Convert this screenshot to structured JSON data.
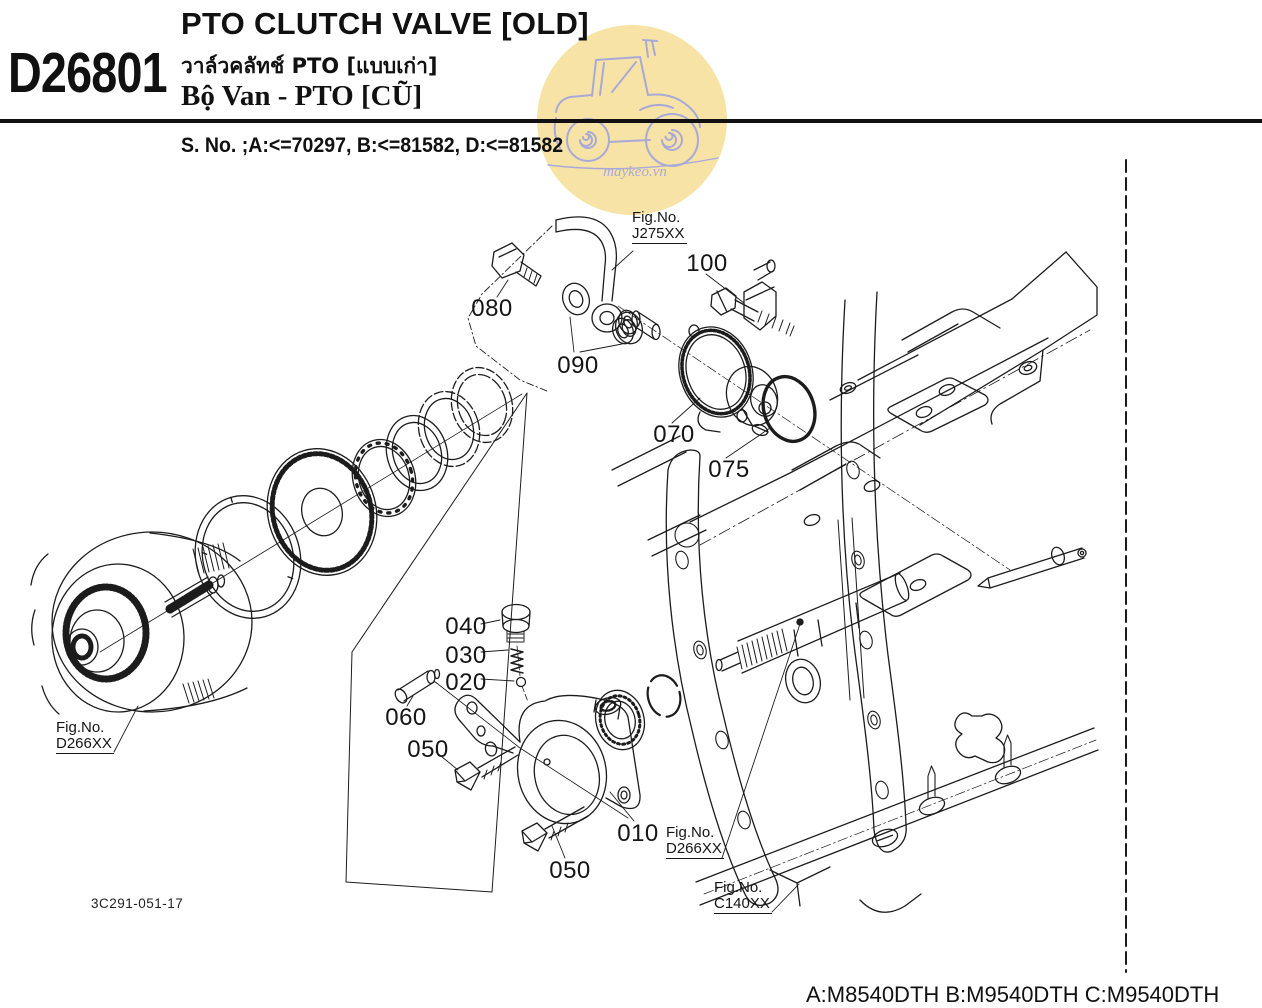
{
  "header": {
    "code": "D26801",
    "title_en": "PTO CLUTCH VALVE [OLD]",
    "title_th": "วาล์วคลัทช์ PTO [แบบเก่า]",
    "title_vi": "Bộ Van - PTO [CŨ]",
    "serial_note": "S. No. ;A:<=70297, B:<=81582, D:<=81582"
  },
  "watermark": {
    "text": "maykeo.vn",
    "circle_color": "#f7e3a6",
    "line_color": "#a9a9d8"
  },
  "callouts": [
    {
      "label": "080"
    },
    {
      "label": "090"
    },
    {
      "label": "100"
    },
    {
      "label": "070"
    },
    {
      "label": "075"
    },
    {
      "label": "040"
    },
    {
      "label": "030"
    },
    {
      "label": "020"
    },
    {
      "label": "060"
    },
    {
      "label": "050"
    },
    {
      "label": "010"
    },
    {
      "label": "050"
    }
  ],
  "fig_refs": [
    {
      "fig": "Fig.No.",
      "code": "J275XX"
    },
    {
      "fig": "Fig.No.",
      "code": "D266XX"
    },
    {
      "fig": "Fig.No.",
      "code": "D266XX"
    },
    {
      "fig": "Fig.No.",
      "code": "C140XX"
    }
  ],
  "footer": {
    "drawing_code": "3C291-051-17",
    "models": "A:M8540DTH B:M9540DTH C:M9540DTH"
  }
}
